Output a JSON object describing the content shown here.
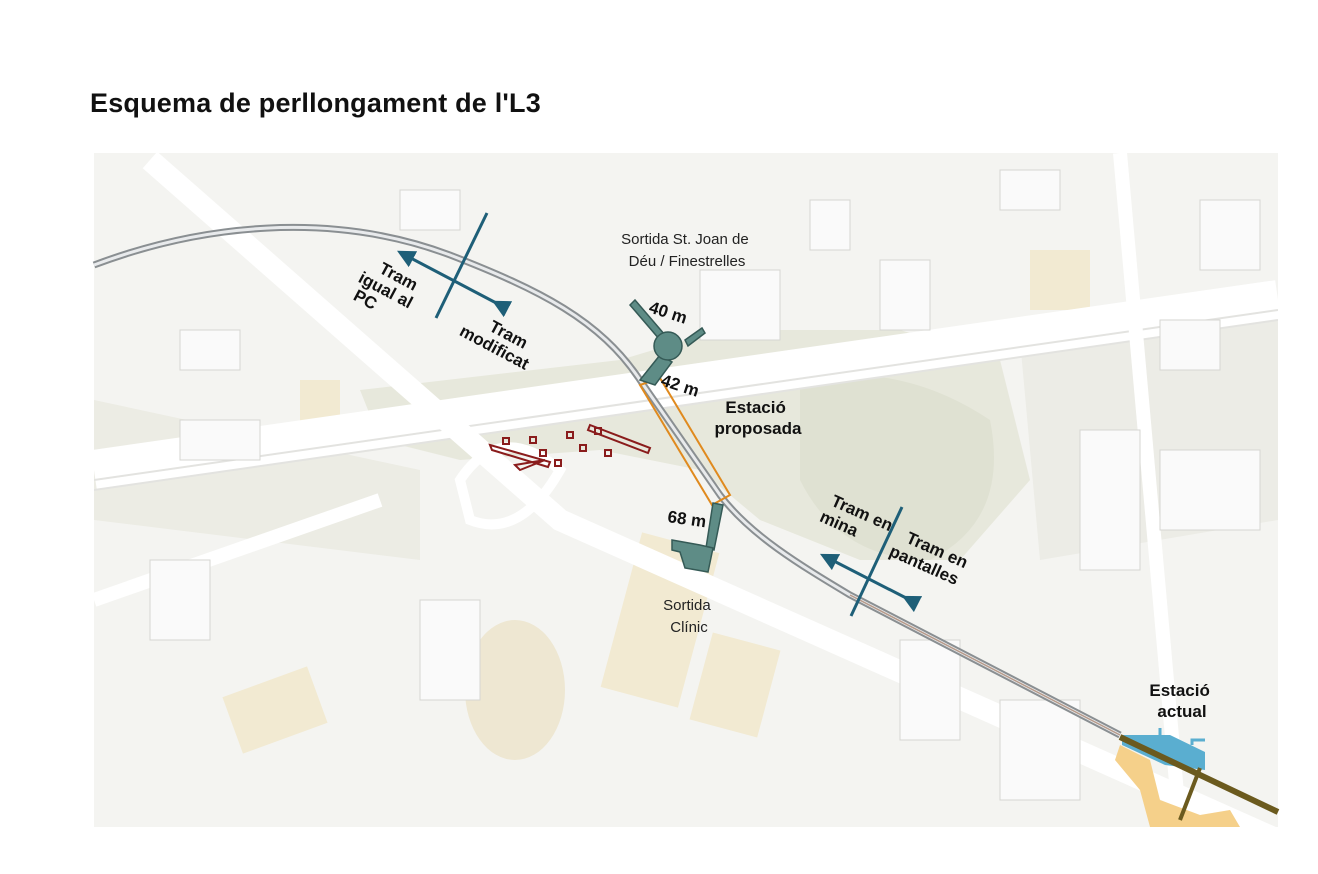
{
  "title": "Esquema de perllongament de l'L3",
  "colors": {
    "route_arrow": "#1e5f78",
    "shaft": "#5e8c86",
    "station_outline": "#e08a1e",
    "current_station": "#5aaed0",
    "existing_line": "#6b5a1e",
    "existing_area": "#f5d08a",
    "obstacle": "#8a1c1c"
  },
  "labels": {
    "tram_igual": [
      "Tram",
      "igual al",
      "PC"
    ],
    "tram_modificat": [
      "Tram",
      "modificat"
    ],
    "sortida_sjd": [
      "Sortida St. Joan de",
      "Déu / Finestrelles"
    ],
    "dist_40": "40 m",
    "dist_42": "42 m",
    "estacio_proposada": [
      "Estació",
      "proposada"
    ],
    "dist_68": "68 m",
    "sortida_clinic": [
      "Sortida",
      "Clínic"
    ],
    "tram_mina": [
      "Tram en",
      "mina"
    ],
    "tram_pantalles": [
      "Tram en",
      "pantalles"
    ],
    "estacio_actual": [
      "Estació",
      "actual"
    ]
  }
}
